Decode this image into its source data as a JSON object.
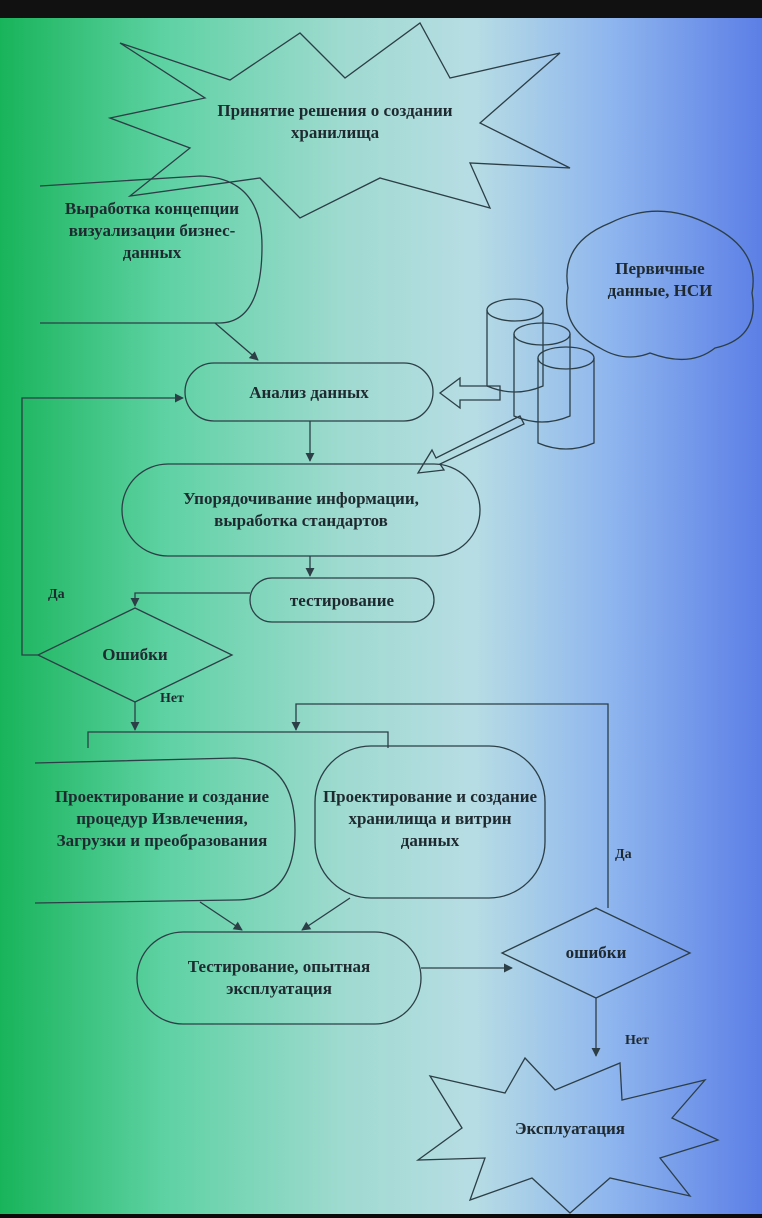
{
  "nodes": {
    "start": "Принятие решения о создании хранилища",
    "concept": "Выработка концепции визуализации бизнес-данных",
    "sources": "Первичные данные, НСИ",
    "analysis": "Анализ данных",
    "ordering": "Упорядочивание информации, выработка стандартов",
    "testing": "тестирование",
    "errors1": "Ошибки",
    "design_etl": "Проектирование и создание процедур Извлечения, Загрузки и преобразования",
    "design_dw": "Проектирование и создание хранилища и витрин данных",
    "trial": "Тестирование, опытная эксплуатация",
    "errors2": "ошибки",
    "operation": "Эксплуатация"
  },
  "edges": {
    "yes1": "Да",
    "no1": "Нет",
    "yes2": "Да",
    "no2": "Нет"
  },
  "colors": {
    "line": "#2c3e46",
    "text": "#1f2a30"
  }
}
